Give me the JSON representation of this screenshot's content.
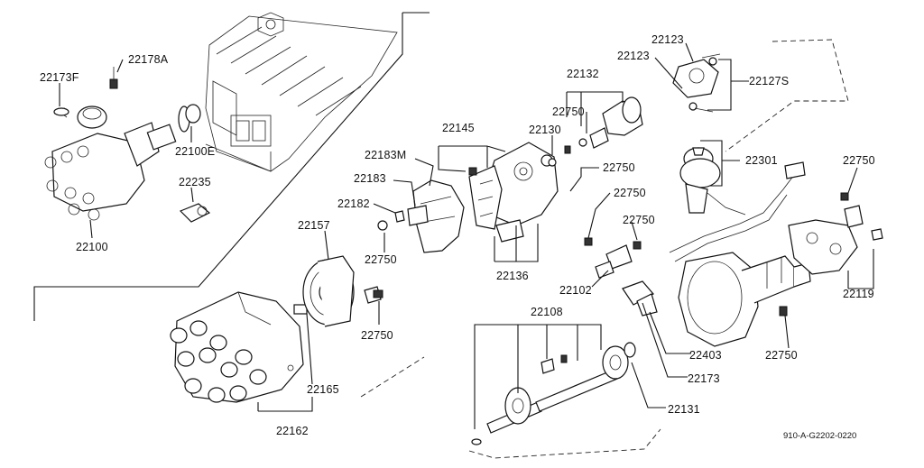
{
  "diagram": {
    "reference_code": "910-A-G2202-0220",
    "labels": {
      "l22173F": "22173F",
      "l22178A": "22178A",
      "l22100E": "22100E",
      "l22235": "22235",
      "l22100": "22100",
      "l22123a": "22123",
      "l22123b": "22123",
      "l22127S": "22127S",
      "l22132": "22132",
      "l22750_top": "22750",
      "l22130": "22130",
      "l22145": "22145",
      "l22183M": "22183M",
      "l22183": "22183",
      "l22182": "22182",
      "l22750_mid": "22750",
      "l22750_b": "22750",
      "l22750_c": "22750",
      "l22301": "22301",
      "l22750_right": "22750",
      "l22157": "22157",
      "l22750_left": "22750",
      "l22136": "22136",
      "l22102": "22102",
      "l22119": "22119",
      "l22750_low": "22750",
      "l22108": "22108",
      "l22403": "22403",
      "l22750_bottom": "22750",
      "l22173": "22173",
      "l22165": "22165",
      "l22131": "22131",
      "l22162": "22162"
    }
  }
}
